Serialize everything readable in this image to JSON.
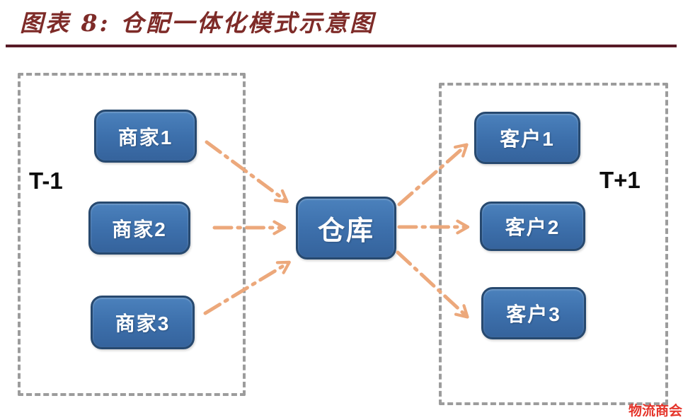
{
  "header": {
    "title": "图表 8:  仓配一体化模式示意图"
  },
  "diagram": {
    "left_group": {
      "time_label": "T-1",
      "nodes": [
        {
          "label": "商家1"
        },
        {
          "label": "商家2"
        },
        {
          "label": "商家3"
        }
      ]
    },
    "center": {
      "label": "仓库"
    },
    "right_group": {
      "time_label": "T+1",
      "nodes": [
        {
          "label": "客户1"
        },
        {
          "label": "客户2"
        },
        {
          "label": "客户3"
        }
      ]
    },
    "edges": [
      {
        "from": "商家1",
        "to": "仓库"
      },
      {
        "from": "商家2",
        "to": "仓库"
      },
      {
        "from": "商家3",
        "to": "仓库"
      },
      {
        "from": "仓库",
        "to": "客户1"
      },
      {
        "from": "仓库",
        "to": "客户2"
      },
      {
        "from": "仓库",
        "to": "客户3"
      }
    ]
  },
  "watermark": "物流商会",
  "colors": {
    "title_text": "#7E2B28",
    "title_rule": "#581A26",
    "node_fill": "#3D70AC",
    "node_border": "#27496F",
    "node_text": "#FFFFFF",
    "dashed_border": "#9C9C9C",
    "arrow": "#ECA87B",
    "time_label_text": "#0D0D0D",
    "watermark_text": "#E5352B"
  }
}
